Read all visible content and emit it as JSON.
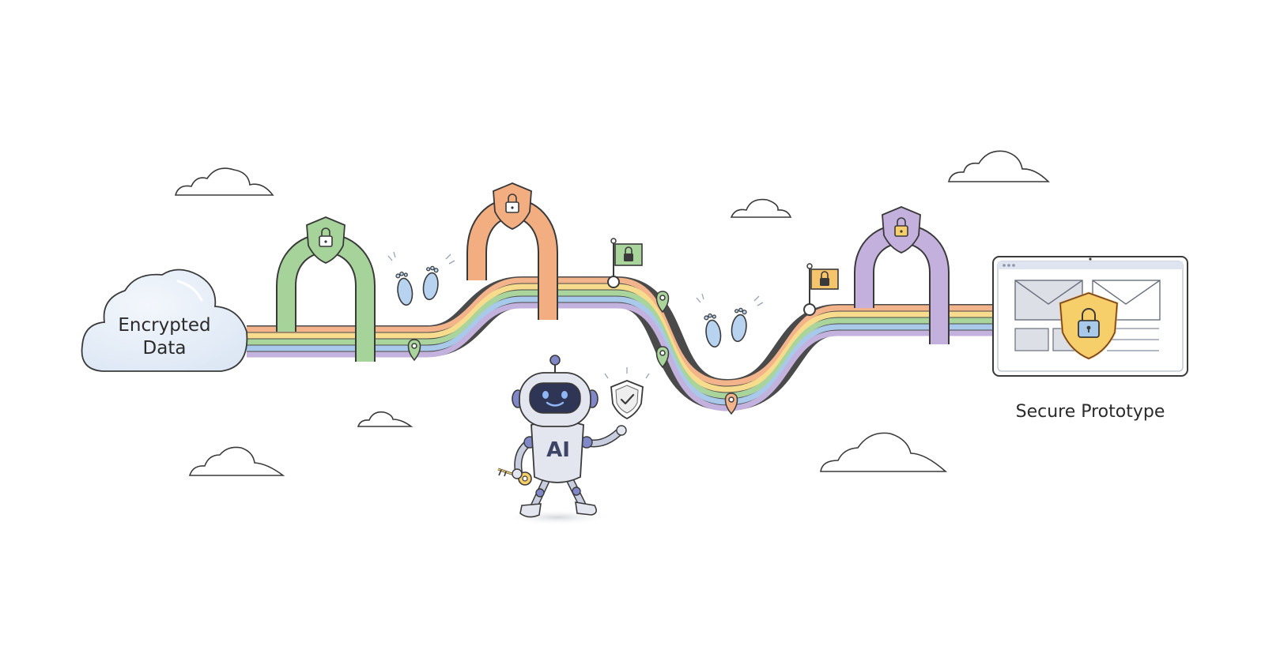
{
  "source_node": {
    "label_line1": "Encrypted",
    "label_line2": "Data"
  },
  "target_node": {
    "label": "Secure Prototype"
  },
  "robot": {
    "chest_label": "AI"
  },
  "colors": {
    "stroke": "#3a3a3a",
    "band_orange": "#f3b48c",
    "band_yellow": "#f6dc8c",
    "band_green": "#a9d49c",
    "band_blue": "#a9c9ea",
    "band_purple": "#c4b2de",
    "gate_green": "#a6d39a",
    "gate_orange": "#f2ae80",
    "gate_purple": "#c3b0dd",
    "flag_green": "#a9d49c",
    "flag_yellow": "#f6c46a",
    "shield_yellow": "#f7cf6a",
    "footprint_blue": "#b8d3ef",
    "cloud_fill": "#e3ecf7"
  },
  "icons": [
    "cloud-icon",
    "shield-lock-icon",
    "footprint-icon",
    "flag-icon",
    "map-pin-icon",
    "robot-icon",
    "key-icon",
    "shield-check-icon",
    "envelope-icon",
    "browser-window-icon",
    "padlock-icon"
  ]
}
